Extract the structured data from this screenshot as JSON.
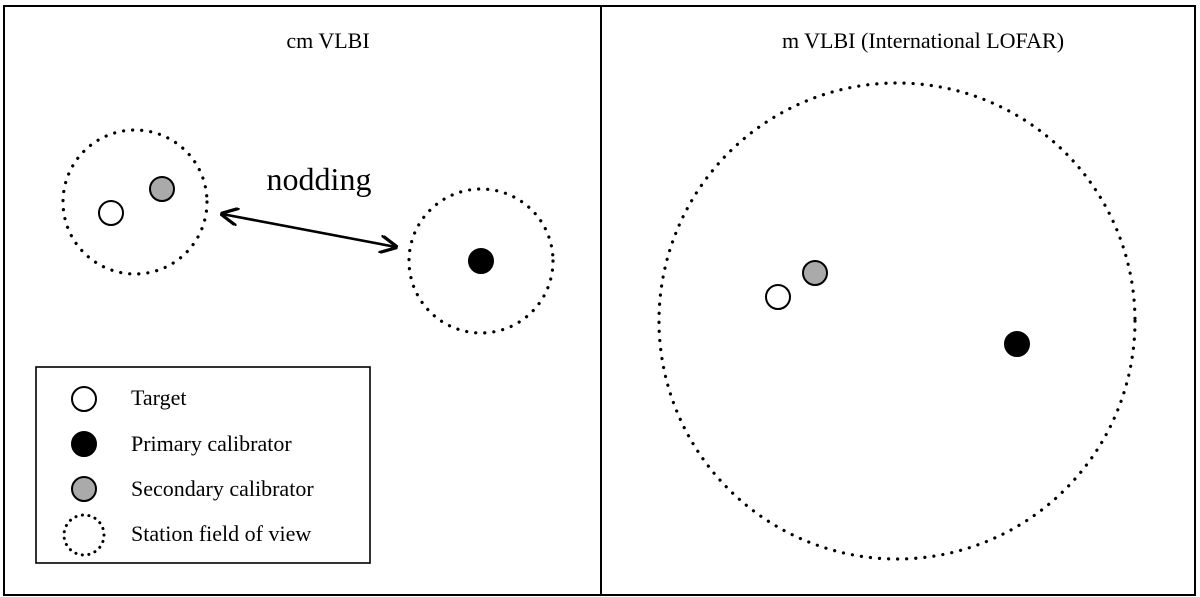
{
  "panels": {
    "left": {
      "title": "cm VLBI"
    },
    "right": {
      "title": "m VLBI (International LOFAR)"
    }
  },
  "annotations": {
    "nodding": "nodding"
  },
  "legend": {
    "items": [
      {
        "key": "target",
        "label": "Target"
      },
      {
        "key": "primary",
        "label": "Primary calibrator"
      },
      {
        "key": "secondary",
        "label": "Secondary calibrator"
      },
      {
        "key": "fov",
        "label": "Station field of view"
      }
    ]
  },
  "colors": {
    "target": "#ffffff",
    "primary": "#000000",
    "secondary": "#aaaaaa",
    "stroke": "#000000"
  }
}
